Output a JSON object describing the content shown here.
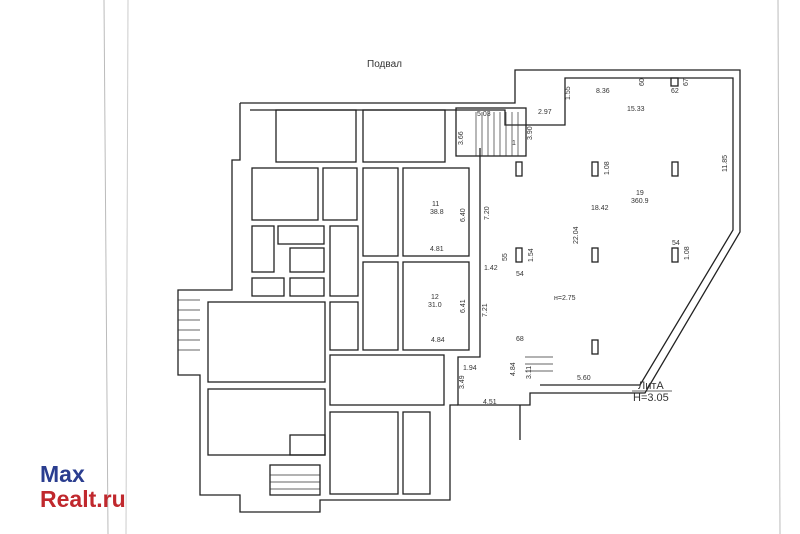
{
  "plan": {
    "title": "Подвал",
    "lit_label": "ЛитА",
    "lit_height": "H=3.05",
    "height_note": "н=2.75",
    "rooms": [
      {
        "num": "11",
        "area": "38.8"
      },
      {
        "num": "12",
        "area": "31.0"
      },
      {
        "num": "19",
        "area": "360.9"
      },
      {
        "num": "1",
        "area": ""
      }
    ],
    "dims": [
      "8.36",
      "15.33",
      "1.55",
      "2.97",
      "3.66",
      "5.03",
      "3.90",
      "11.85",
      "18.42",
      "22.04",
      "6.40",
      "7.20",
      "4.81",
      "6.41",
      "7.21",
      "4.84",
      "1.42",
      "55",
      "54",
      "1.54",
      "1.08",
      "54",
      "1.08",
      "68",
      "4.84",
      "3.11",
      "1.94",
      "3.49",
      "4.51",
      "5.60",
      "60",
      "62",
      "67"
    ]
  },
  "logo": {
    "line1": "Max",
    "line2": "Realt.ru"
  }
}
